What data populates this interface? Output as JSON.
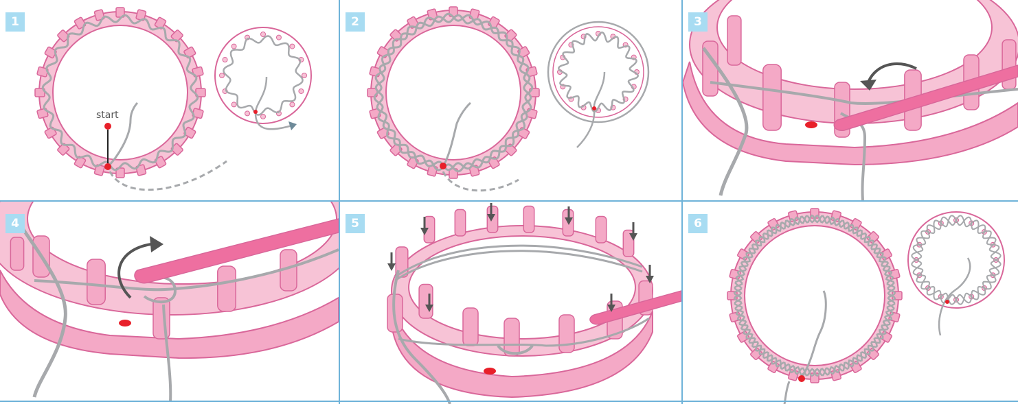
{
  "steps": [
    {
      "number": "1",
      "annotation": "start"
    },
    {
      "number": "2"
    },
    {
      "number": "3"
    },
    {
      "number": "4"
    },
    {
      "number": "5"
    },
    {
      "number": "6"
    }
  ],
  "colors": {
    "loom_pink": "#f7c3d6",
    "loom_pink_dark": "#ea94b7",
    "loom_edge": "#d9679a",
    "yarn": "#a7a9ac",
    "hook": "#ee6fa0",
    "marker_red": "#e8202a",
    "arrow": "#555555",
    "divider": "#6fb3d9",
    "badge": "#a8dcf2"
  }
}
